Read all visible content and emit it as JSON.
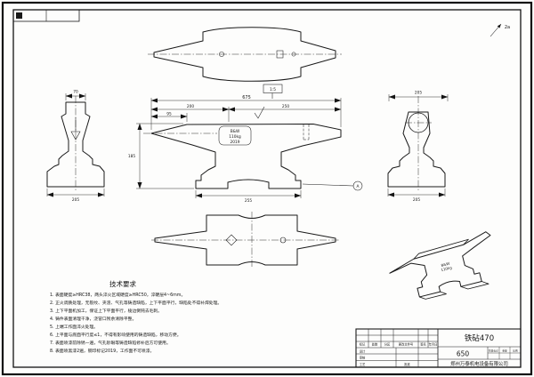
{
  "sheet": {
    "corner_mark": "2a"
  },
  "stamp": {
    "line1": "B&W",
    "line2": "110kg",
    "line3": "2019"
  },
  "stamp3d": {
    "line1": "B&W",
    "line2": "110kg"
  },
  "dims": {
    "overall_length": "675",
    "horn_length": "200",
    "face_length": "250",
    "horn_height": "95",
    "total_height": "185",
    "base_length": "255",
    "left_view_top": "70",
    "left_view_base": "205",
    "right_view_top": "205",
    "right_view_base": "205",
    "taper": "1:5",
    "datum": "A"
  },
  "tech": {
    "title": "技术要求",
    "items": [
      "1. 表面硬度≥HRC38，两头淬火区域硬度≥HRC50，淬硬层4~6mm。",
      "2. 正火调质处理，无裂纹、夹渣、气孔等铸造缺陷，上下平面平行，缺陷处不得补焊处理。",
      "3. 上下平面机加工，保证上下平面平行，棱边倒钝去毛刺。",
      "4. 铸件表面清理干净，浇冒口残余清除平整。",
      "5. 上端工作面淬火处理。",
      "6. 上平面与底面平行度≤1，不得有影响使用的铸造缺陷，移动方便。",
      "7. 表面喷漆前除锈一遍，气孔砂眼等铸造缺陷修补后方可使用。",
      "8. 表面喷黑漆2遍，钢印标记2019，工作面不可喷漆。"
    ]
  },
  "title_block": {
    "part_name": "铁砧470",
    "drawing_no": "650",
    "company": "郑州万泰机电设备有限公司",
    "labels": {
      "mark": "标记",
      "count": "处数",
      "zone": "分区",
      "change_doc": "更改文件号",
      "sign": "签名",
      "date": "年月日",
      "design": "设计",
      "check": "审核",
      "process": "工艺",
      "approve": "批准",
      "stage": "阶段标记",
      "weight": "重量",
      "scale": "比例"
    }
  }
}
